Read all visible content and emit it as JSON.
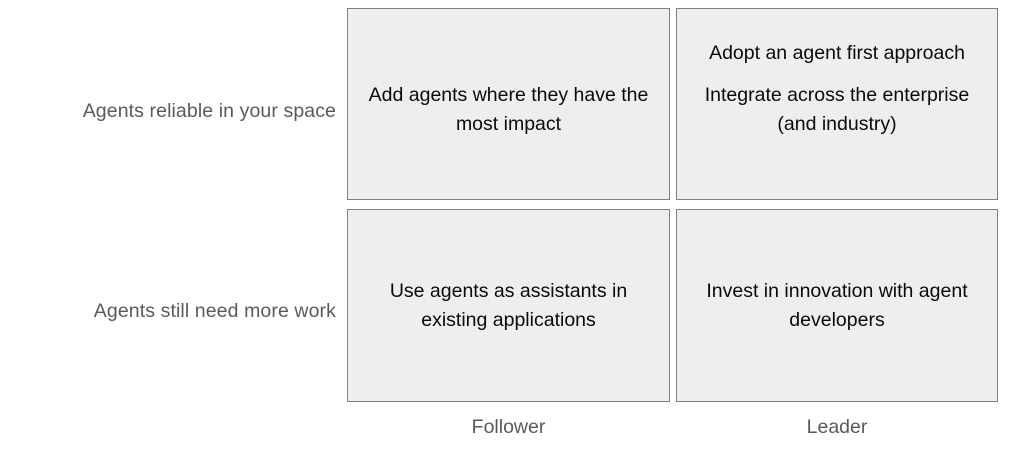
{
  "diagram": {
    "type": "2x2-matrix",
    "colors": {
      "cell_fill": "#eeeeee",
      "cell_border": "#7f7f7f",
      "axis_label_text": "#5a5a5a",
      "cell_text": "#0a0a0a",
      "background": "#ffffff"
    },
    "axes": {
      "y": {
        "labels": [
          "Agents reliable in your space",
          "Agents still need more work"
        ]
      },
      "x": {
        "labels": [
          "Follower",
          "Leader"
        ]
      }
    },
    "quadrants": [
      {
        "id": "top-left",
        "row": "Agents reliable in your space",
        "column": "Follower",
        "lines": [
          "Add agents where they have the most impact"
        ]
      },
      {
        "id": "top-right",
        "row": "Agents reliable in your space",
        "column": "Leader",
        "lines": [
          "Adopt an agent first approach",
          "Integrate across the enterprise (and industry)"
        ]
      },
      {
        "id": "bottom-left",
        "row": "Agents still need more work",
        "column": "Follower",
        "lines": [
          "Use agents as assistants in existing applications"
        ]
      },
      {
        "id": "bottom-right",
        "row": "Agents still need more work",
        "column": "Leader",
        "lines": [
          "Invest in innovation with agent developers"
        ]
      }
    ]
  }
}
